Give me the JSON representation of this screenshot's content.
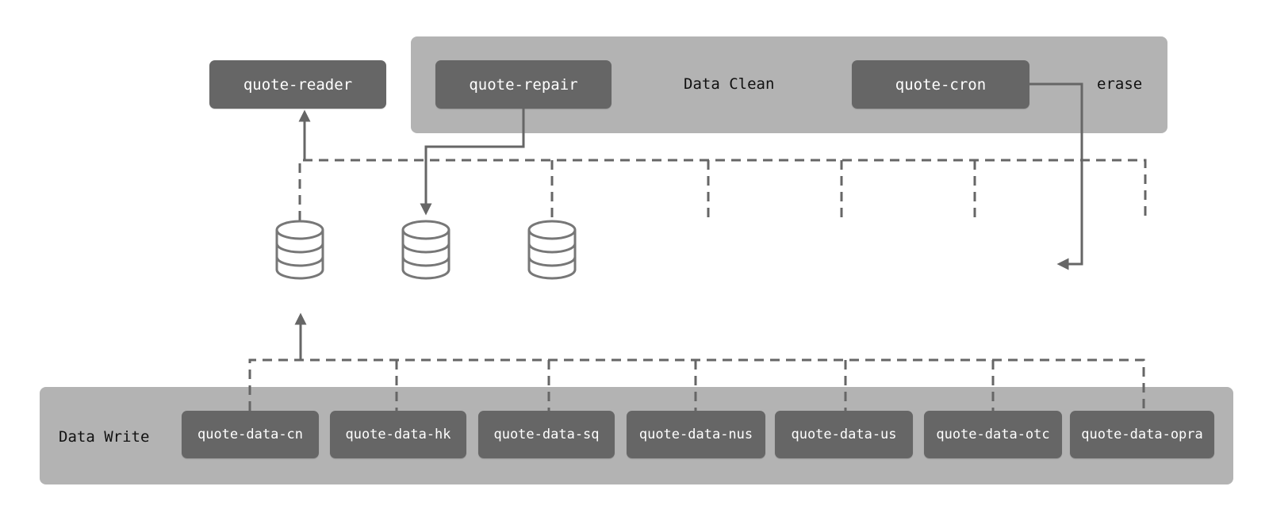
{
  "reader": {
    "label": "quote-reader"
  },
  "clean_panel": {
    "title": "Data Clean",
    "repair_label": "quote-repair",
    "cron_label": "quote-cron",
    "erase_label": "erase"
  },
  "write_panel": {
    "title": "Data Write",
    "nodes": [
      {
        "label": "quote-data-cn"
      },
      {
        "label": "quote-data-hk"
      },
      {
        "label": "quote-data-sq"
      },
      {
        "label": "quote-data-nus"
      },
      {
        "label": "quote-data-us"
      },
      {
        "label": "quote-data-otc"
      },
      {
        "label": "quote-data-opra"
      }
    ]
  },
  "databases": [
    {
      "icon": "database-icon"
    },
    {
      "icon": "database-icon"
    },
    {
      "icon": "database-icon"
    }
  ],
  "colors": {
    "panel": "#b3b3b3",
    "node": "#666666",
    "line": "#666666"
  }
}
